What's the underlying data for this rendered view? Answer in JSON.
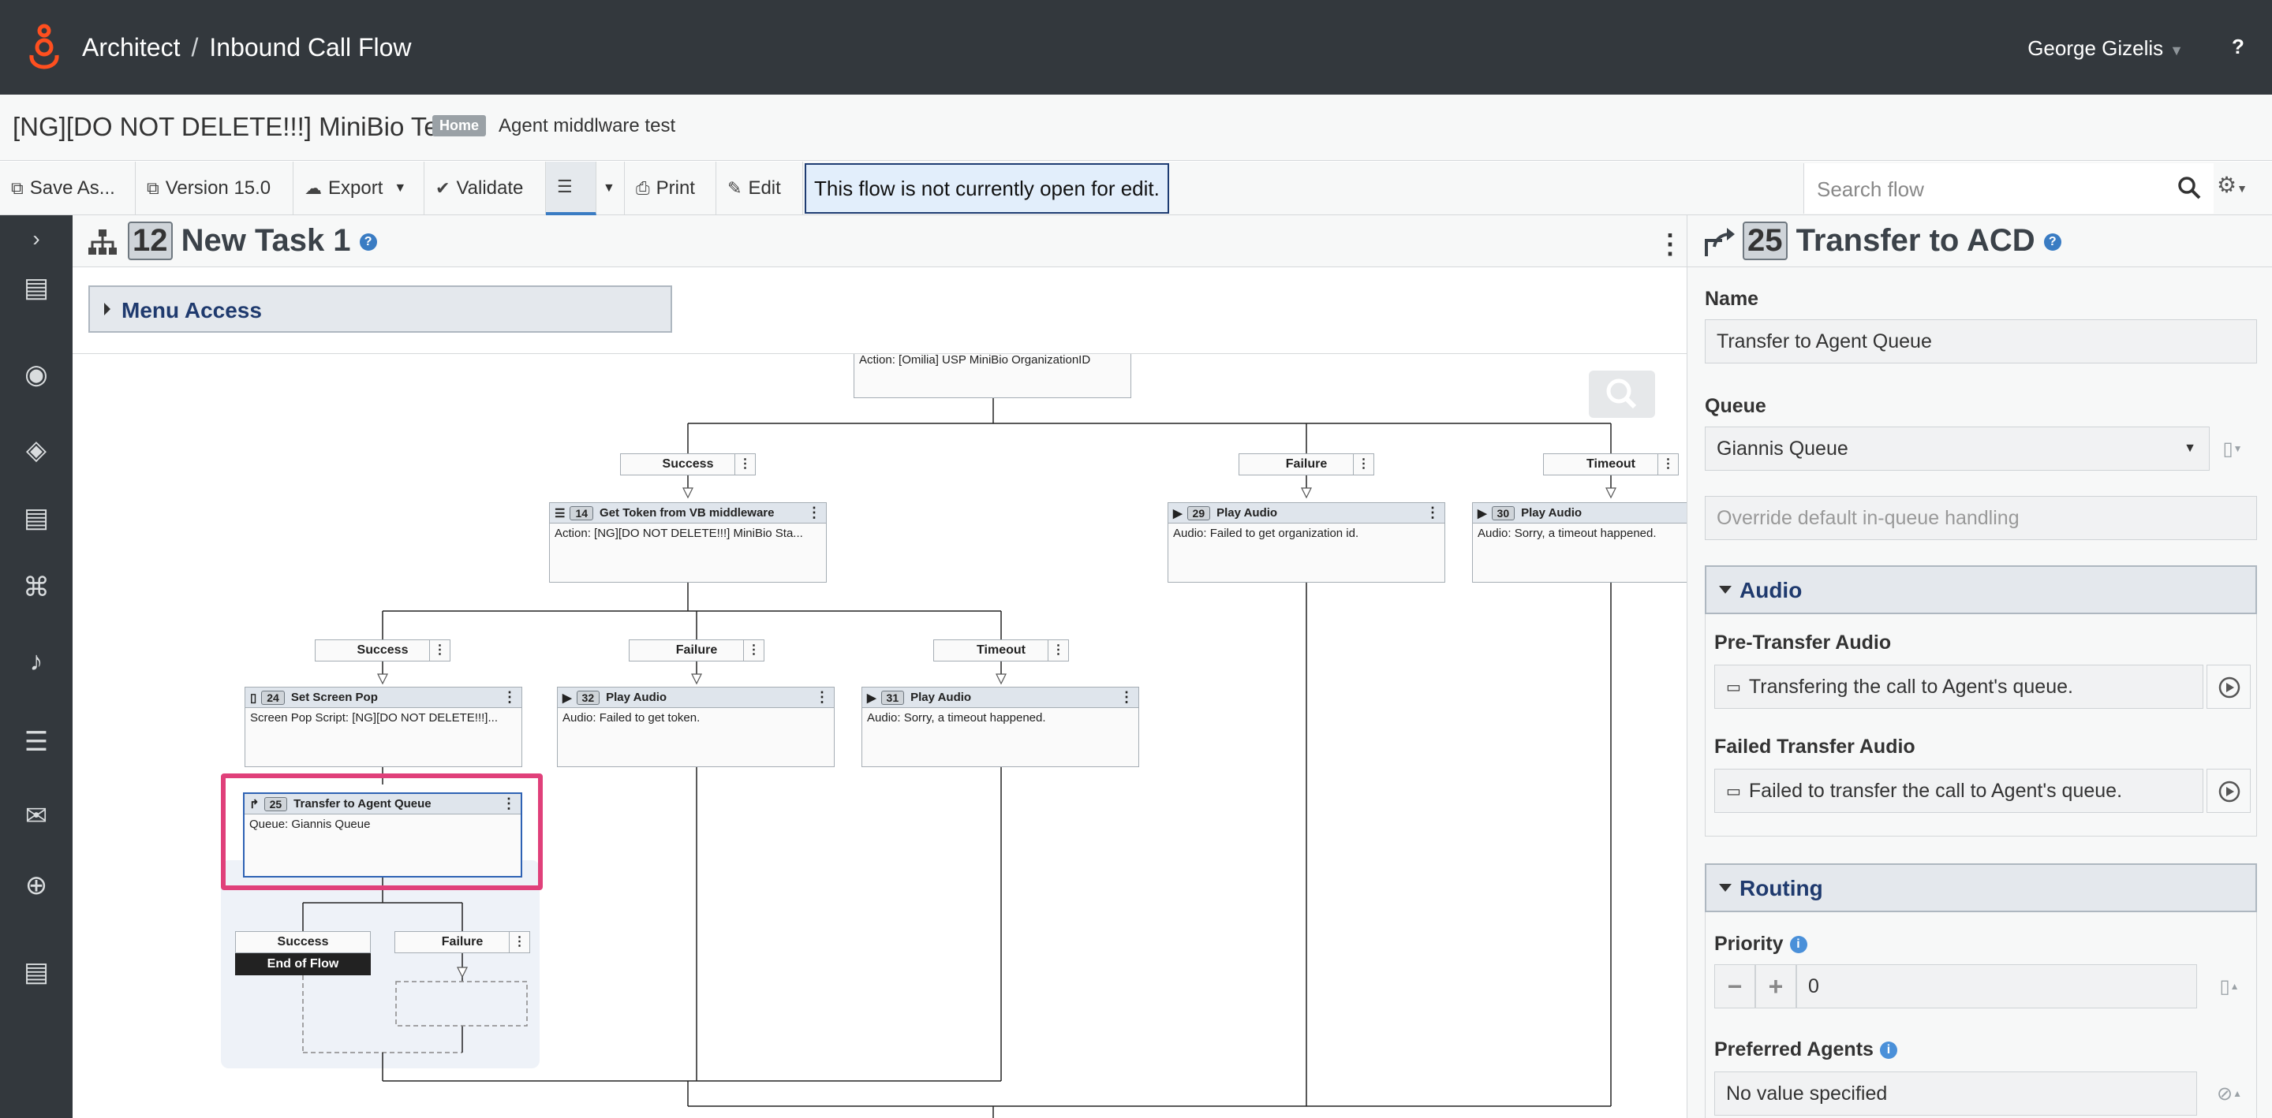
{
  "header": {
    "app": "Architect",
    "separator": "/",
    "section": "Inbound Call Flow",
    "user": "George Gizelis",
    "help": "?"
  },
  "flow": {
    "name": "[NG][DO NOT DELETE!!!] MiniBio Test",
    "badge": "Home",
    "description": "Agent middlware test"
  },
  "toolbar": {
    "save_as": "Save As...",
    "version": "Version 15.0",
    "export": "Export",
    "validate": "Validate",
    "print": "Print",
    "edit": "Edit",
    "notice": "This flow is not currently open for edit.",
    "search_placeholder": "Search flow"
  },
  "task": {
    "number": "12",
    "title": "New Task 1",
    "menu_access": "Menu Access"
  },
  "canvas": {
    "top_action_text": "Action: [Omilia] USP MiniBio OrganizationID",
    "branches_top": {
      "success": "Success",
      "failure": "Failure",
      "timeout": "Timeout"
    },
    "node14": {
      "num": "14",
      "title": "Get Token from VB middleware",
      "body": "Action: [NG][DO NOT DELETE!!!] MiniBio Sta..."
    },
    "node29": {
      "num": "29",
      "title": "Play Audio",
      "body": "Audio: Failed to get organization id."
    },
    "node30": {
      "num": "30",
      "title": "Play Audio",
      "body": "Audio: Sorry, a timeout happened."
    },
    "branches_mid": {
      "success": "Success",
      "failure": "Failure",
      "timeout": "Timeout"
    },
    "node24": {
      "num": "24",
      "title": "Set Screen Pop",
      "body": "Screen Pop Script: [NG][DO NOT DELETE!!!]..."
    },
    "node32": {
      "num": "32",
      "title": "Play Audio",
      "body": "Audio: Failed to get token."
    },
    "node31": {
      "num": "31",
      "title": "Play Audio",
      "body": "Audio: Sorry, a timeout happened."
    },
    "node25": {
      "num": "25",
      "title": "Transfer to Agent Queue",
      "body": "Queue: Giannis Queue"
    },
    "branches_low": {
      "success": "Success",
      "failure": "Failure",
      "end": "End of Flow"
    }
  },
  "panel": {
    "number": "25",
    "title": "Transfer to ACD",
    "name_label": "Name",
    "name_value": "Transfer to Agent Queue",
    "queue_label": "Queue",
    "queue_value": "Giannis Queue",
    "override_placeholder": "Override default in-queue handling",
    "audio_section": "Audio",
    "pre_transfer_label": "Pre-Transfer Audio",
    "pre_transfer_value": "Transfering the call to Agent's queue.",
    "failed_transfer_label": "Failed Transfer Audio",
    "failed_transfer_value": "Failed to transfer the call to Agent's queue.",
    "routing_section": "Routing",
    "priority_label": "Priority",
    "priority_value": "0",
    "preferred_agents_label": "Preferred Agents",
    "preferred_agents_value": "No value specified"
  },
  "colors": {
    "topbar": "#33383d",
    "brand_orange": "#ff4f1f",
    "accent_blue": "#3a7cc3",
    "section_title": "#1f3a6e",
    "selection": "#e0407a"
  }
}
